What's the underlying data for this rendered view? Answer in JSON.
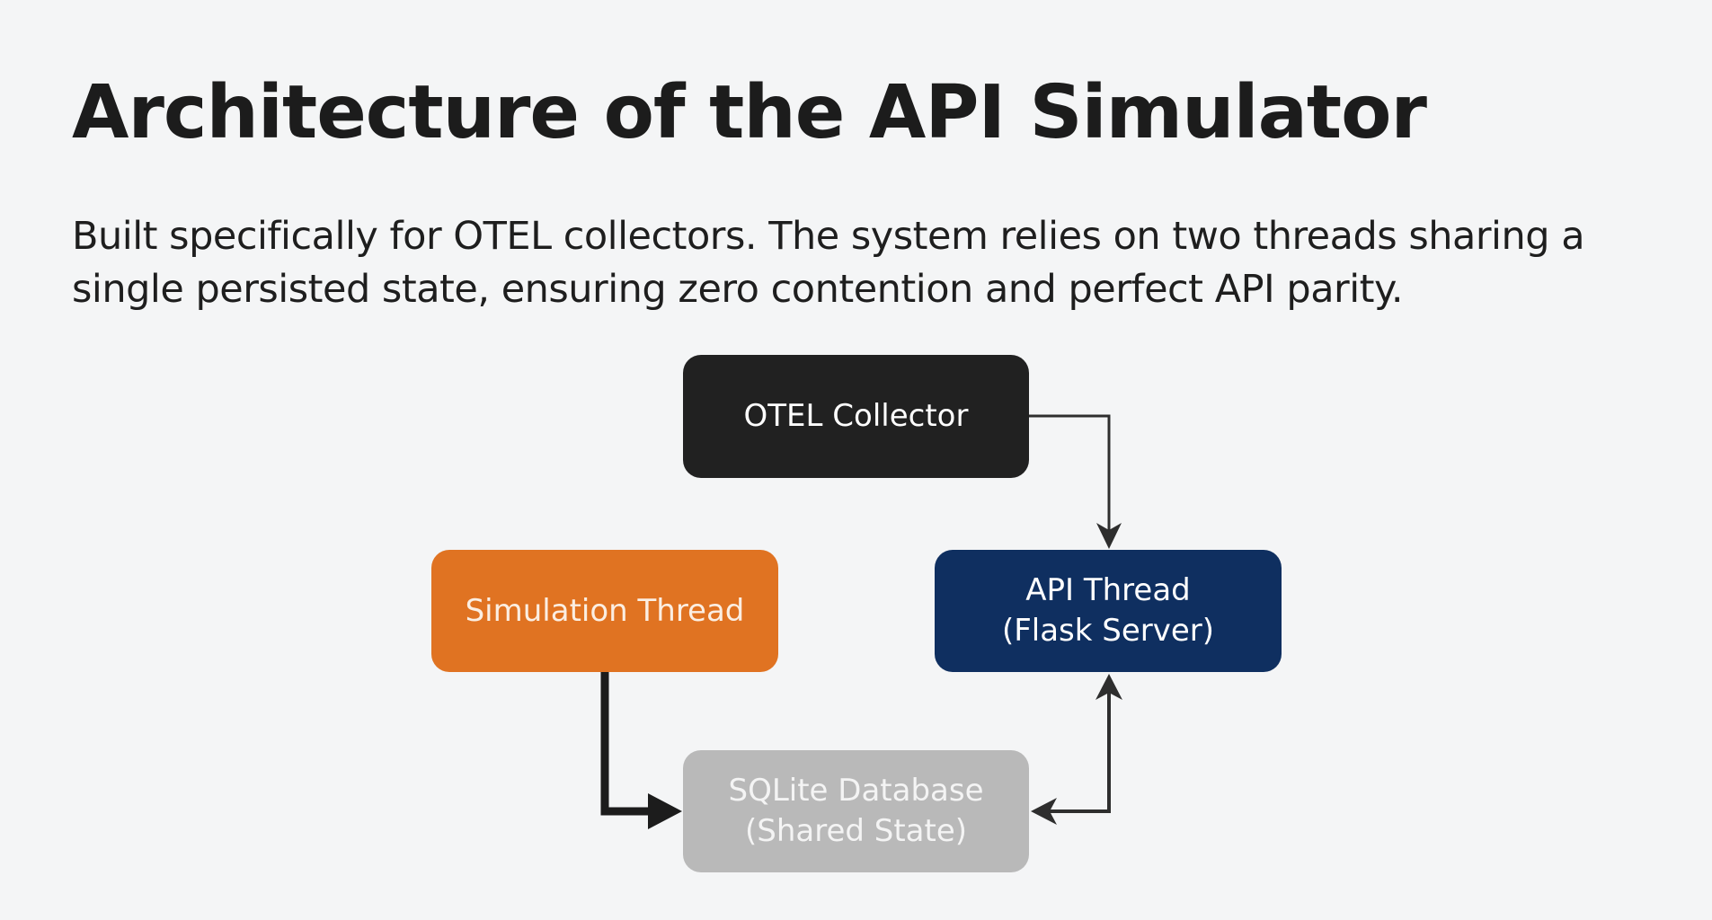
{
  "slide": {
    "title": "Architecture of the API Simulator",
    "subtitle": "Built specifically for OTEL collectors. The system relies on two threads sharing a single persisted state, ensuring zero contention and perfect API parity."
  },
  "diagram": {
    "nodes": {
      "otel": {
        "line1": "OTEL Collector",
        "color": "#212121"
      },
      "sim": {
        "line1": "Simulation Thread",
        "color": "#e07322"
      },
      "api": {
        "line1": "API Thread",
        "line2": "(Flask Server)",
        "color": "#0f2f60"
      },
      "db": {
        "line1": "SQLite Database",
        "line2": "(Shared State)",
        "color": "#b9b9b9"
      }
    },
    "edges": [
      {
        "from": "otel",
        "to": "api"
      },
      {
        "from": "sim",
        "to": "db"
      },
      {
        "from": "db",
        "to": "api",
        "bidirectional": true
      }
    ]
  }
}
